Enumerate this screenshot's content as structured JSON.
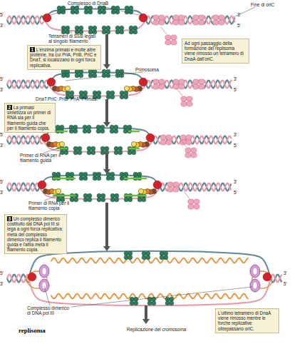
{
  "diagram": {
    "nodes": [
      {
        "text": [
          "1",
          "L'enzima primasi e molte altre proteine, tra cui PriA, PriB, PriC e DnaT, si localizzano in ogni forca replicativa."
        ]
      },
      {
        "text": [
          "Ad ogni passaggio della formazione del replisoma viene rimosso un tetramero di DnaA dall'oriC."
        ]
      },
      {
        "text": [
          "2",
          "La primasi sintetizza un primer di RNA sia per il filamento guida che per il filamento copia."
        ]
      },
      {
        "text": [
          "3",
          "Un complesso dimerico costituito dal DNA pol III si lega a ogni forca replicativa: metà del complesso dimerico replica il filamento guida e l'altra metà il filamento copia."
        ]
      },
      {
        "text": [
          "L'ultimo tetramero di DnaA viene rimosso mentre le forche replicative oltrepassano oriC."
        ]
      }
    ],
    "labels": [
      "Complesso di DnaB",
      "Fine di oriC",
      "5'",
      "3'",
      "3'",
      "5'",
      "Tetrameri di SSB legati al singolo filamento",
      "Primosoma",
      "5'",
      "3'",
      "3'",
      "5'",
      "DnaT",
      "PriC",
      "PriB",
      "PriA",
      "Primasi",
      "5'",
      "3'",
      "3'",
      "5'",
      "Primer di RNA per il filamento guida",
      "5'",
      "3'",
      "3'",
      "5'",
      "Primer di RNA per il filamento copia",
      "5'",
      "3'",
      "3'",
      "5'",
      "Complesso dimerico di DNA pol III",
      "replisoma",
      "Replicazione del cromosoma"
    ]
  }
}
